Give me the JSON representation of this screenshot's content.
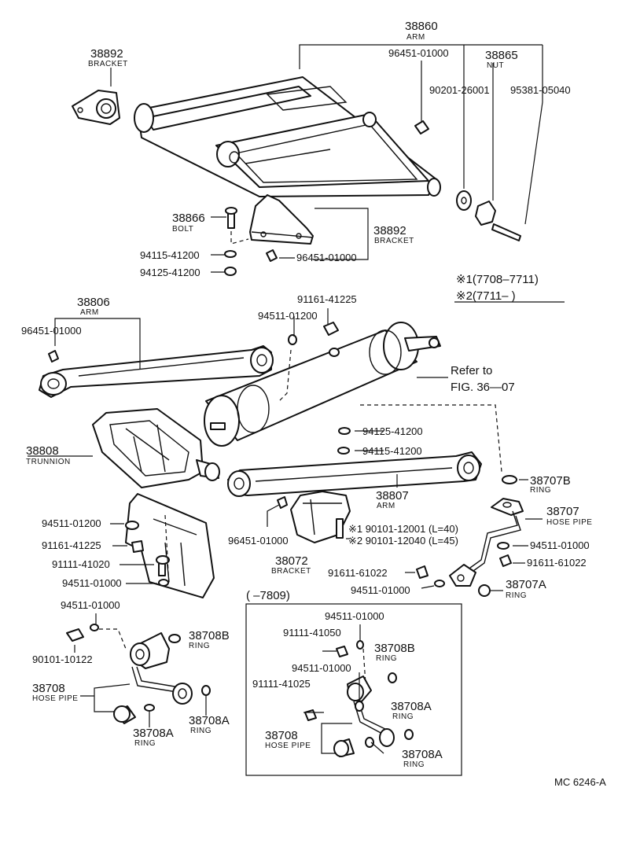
{
  "parts": {
    "arm_38860": "38860",
    "arm_38860_name": "ARM",
    "p96451_top": "96451-01000",
    "nut_38865": "38865",
    "nut_38865_name": "NUT",
    "p90201": "90201-26001",
    "p95381": "95381-05040",
    "br_38892_a": "38892",
    "br_38892_a_name": "BRACKET",
    "bolt_38866": "38866",
    "bolt_38866_name": "BOLT",
    "br_38892_b": "38892",
    "br_38892_b_name": "BRACKET",
    "p94115_a": "94115-41200",
    "p94125_a": "94125-41200",
    "p96451_mid": "96451-01000",
    "note1": "※1(7708–7711)",
    "note2": "※2(7711–      )",
    "arm_38806": "38806",
    "arm_38806_name": "ARM",
    "p96451_left": "96451-01000",
    "p91161_top": "91161-41225",
    "p94511_top": "94511-01200",
    "refer_1": "Refer to",
    "refer_2": "FIG. 36—07",
    "p94125_b": "94125-41200",
    "p94115_b": "94115-41200",
    "trun_38808": "38808",
    "trun_38808_name": "TRUNNION",
    "ring_38707b": "38707B",
    "ring_38707b_name": "RING",
    "arm_38807": "38807",
    "arm_38807_name": "ARM",
    "pipe_38707": "38707",
    "pipe_38707_name": "HOSE PIPE",
    "p94511_l1": "94511-01200",
    "p91161_l": "91161-41225",
    "p91111_l": "91111-41020",
    "p94511_l2": "94511-01000",
    "p96451_br": "96451-01000",
    "bolt1": "※1 90101-12001 (L=40)",
    "bolt2": "※2 90101-12040 (L=45)",
    "br_38072": "38072",
    "br_38072_name": "BRACKET",
    "p94511_r": "94511-01000",
    "p91611_r": "91611-61022",
    "p91611_m": "91611-61022",
    "p94511_m": "94511-01000",
    "ring_38707a": "38707A",
    "ring_38707a_name": "RING",
    "box_title": "(     –7809)",
    "p94511_bl": "94511-01000",
    "ring_38708b_l": "38708B",
    "ring_38708b_l_name": "RING",
    "p90101": "90101-10122",
    "pipe_38708_l": "38708",
    "pipe_38708_l_name": "HOSE PIPE",
    "ring_38708a_l1": "38708A",
    "ring_38708a_l1_name": "RING",
    "ring_38708a_l2": "38708A",
    "ring_38708a_l2_name": "RING",
    "p94511_bx1": "94511-01000",
    "p91111_bx1": "91111-41050",
    "ring_38708b_r": "38708B",
    "ring_38708b_r_name": "RING",
    "p94511_bx2": "94511-01000",
    "p91111_bx2": "91111-41025",
    "ring_38708a_r1": "38708A",
    "ring_38708a_r1_name": "RING",
    "pipe_38708_r": "38708",
    "pipe_38708_r_name": "HOSE PIPE",
    "ring_38708a_r2": "38708A",
    "ring_38708a_r2_name": "RING",
    "code": "MC 6246-A"
  }
}
